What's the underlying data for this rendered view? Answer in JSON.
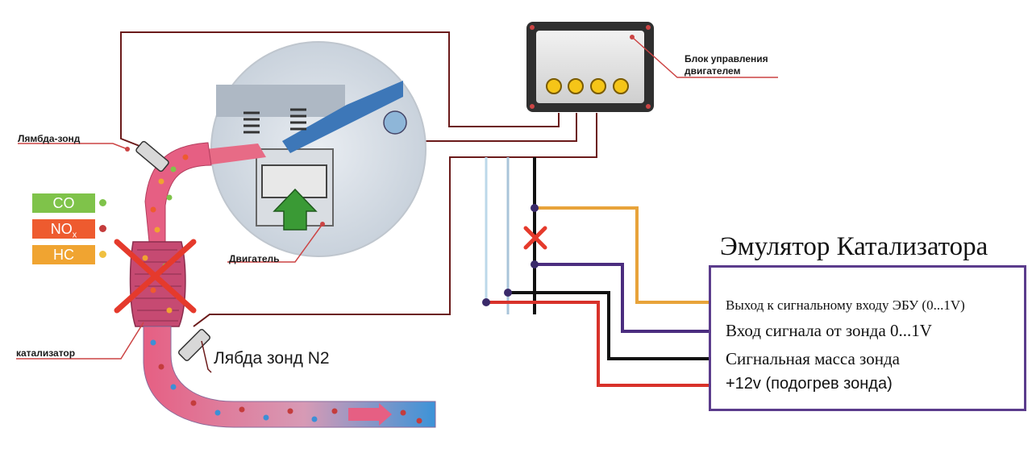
{
  "labels": {
    "ecu": [
      "Блок управления",
      "двигателем"
    ],
    "lambda_probe_1": "Лямбда-зонд",
    "engine": "Двигатель",
    "catalyst": "катализатор",
    "lambda_probe_2": "Лябда зонд N2"
  },
  "gases": {
    "co": "CO",
    "nox": "NO",
    "nox_sub": "x",
    "hc": "HC"
  },
  "emulator": {
    "title": "Эмулятор Катализатора",
    "rows": [
      "Выход к сигнальному входу ЭБУ (0...1V)",
      "Вход сигнала от зонда 0...1V",
      "Сигнальная масса зонда",
      "+12v (подогрев зонда)"
    ]
  },
  "colors": {
    "wire_orange": "#e8a33a",
    "wire_purple": "#4b2d7f",
    "wire_black": "#111111",
    "wire_red": "#d8322a",
    "wire_lightblue": "#bcd8ea",
    "wire_dark_red": "#6b1a1a",
    "cross_red": "#e53a2c",
    "exhaust_pink": "#e56b8a",
    "exhaust_blue": "#3d8fd6",
    "ecu_led": "#f5c518"
  }
}
